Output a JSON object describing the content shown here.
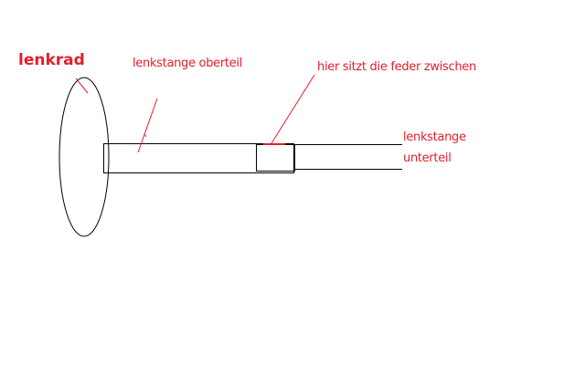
{
  "colors": {
    "ink": "#000000",
    "annotation": "#e0202a",
    "background": "#ffffff"
  },
  "labels": {
    "lenkrad": "lenkrad",
    "lenkstange_oberteil": "lenkstange oberteil",
    "feder_note": "hier sitzt die feder zwischen",
    "lenkstange_unterteil_line1": "lenkstange",
    "lenkstange_unterteil_line2": "unterteil"
  }
}
